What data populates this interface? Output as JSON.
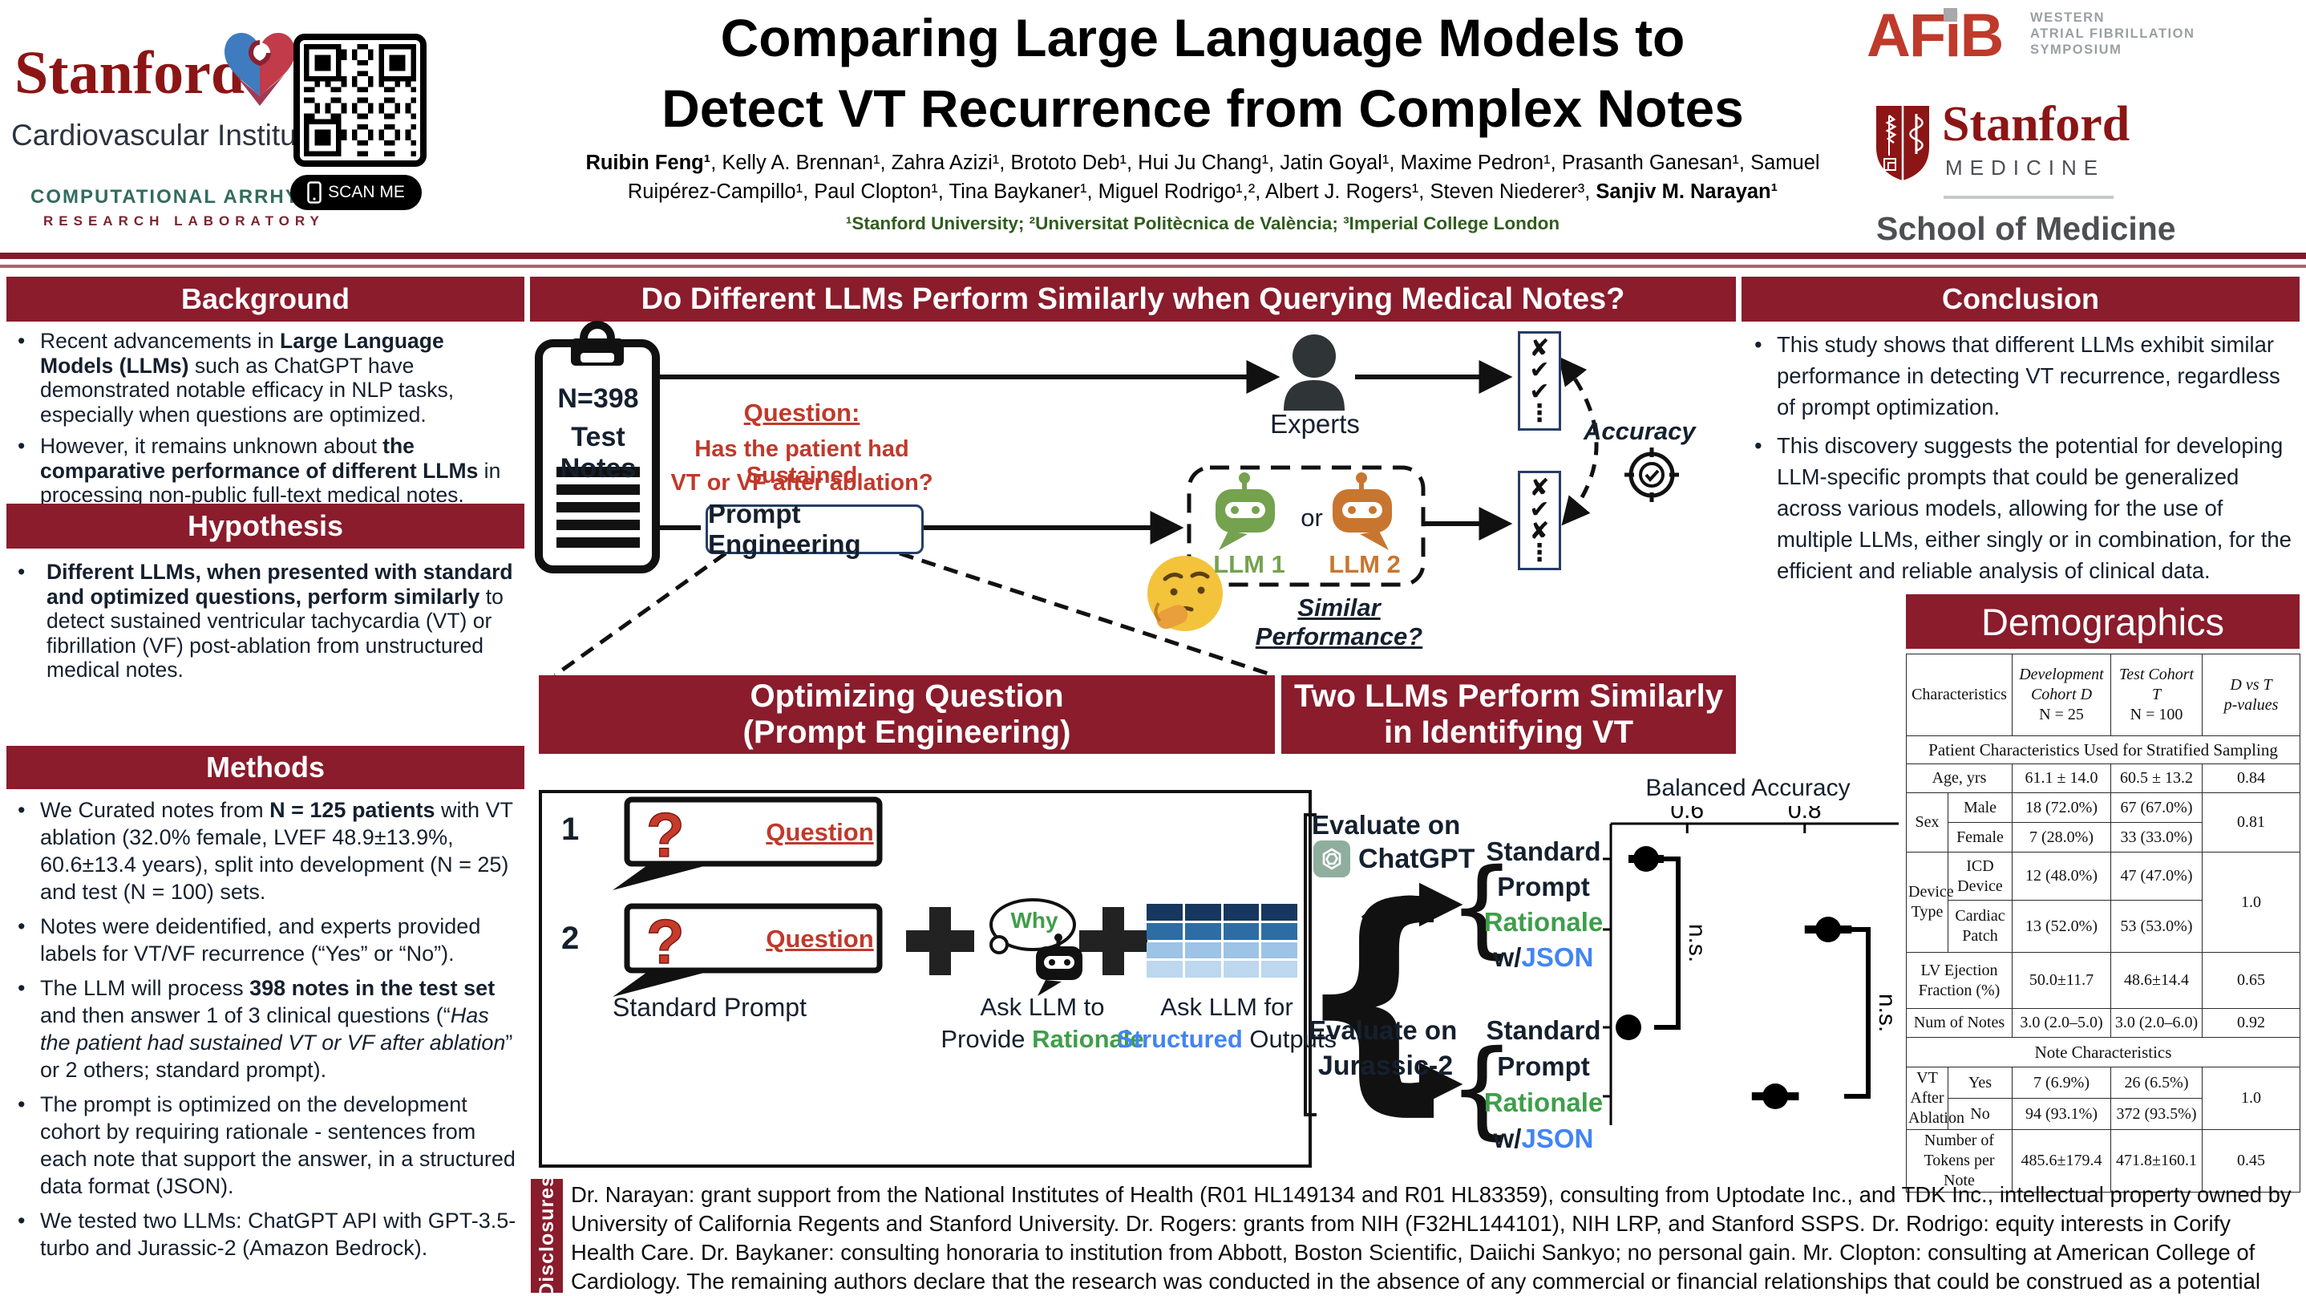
{
  "colors": {
    "maroon": "#8a1c2c",
    "question_red": "#c0392b",
    "rationale_green": "#3f9e4a",
    "json_blue": "#4285f4",
    "llm1_green": "#75a24e",
    "llm2_orange": "#c8762f",
    "navy_border": "#263d66",
    "affil_green": "#2f5d1d",
    "stanford_red": "#8c1515",
    "afib_red": "#bf3a2b"
  },
  "icons": {
    "clipboard": "clipboard",
    "experts": "person-silhouette",
    "accuracy": "target-crosshair",
    "llm": "robot-chat-bubble",
    "openai": "openai-knot",
    "thinking": "thinking-face-emoji",
    "qr": "qr-code",
    "scan_phone": "smartphone",
    "heart": "cvi-heart-logo",
    "shield": "stanford-medicine-shield",
    "plus": "plus-sign",
    "why_robot": "robot-thought-cloud"
  },
  "header": {
    "title_line1": "Comparing Large Language Models to",
    "title_line2": "Detect VT Recurrence from Complex Notes",
    "authors_line1": [
      {
        "t": "Ruibin Feng¹",
        "b": 1
      },
      {
        "t": ", Kelly A. Brennan¹, Zahra Azizi¹, Brototo Deb¹, Hui Ju Chang¹, Jatin Goyal¹, Maxime Pedron¹, Prasanth Ganesan¹, Samuel"
      }
    ],
    "authors_line2": [
      {
        "t": "Ruipérez-Campillo¹, Paul Clopton¹, Tina Baykaner¹, Miguel Rodrigo¹,², Albert J. Rogers¹, Steven Niederer³, "
      },
      {
        "t": "Sanjiv M. Narayan¹",
        "b": 1
      }
    ],
    "affiliations": "¹Stanford University; ²Universitat Politècnica de València; ³Imperial College London",
    "cvi": {
      "stanford": "Stanford",
      "institute": "Cardiovascular Institute",
      "lab1": "COMPUTATIONAL ARRHYTHMIA",
      "lab2": "RESEARCH LABORATORY",
      "scan": "SCAN ME"
    },
    "afib": {
      "parts": [
        "AF",
        "i",
        "B"
      ],
      "sub1": "WESTERN",
      "sub2": "ATRIAL FIBRILLATION",
      "sub3": "SYMPOSIUM"
    },
    "med": {
      "stanford": "Stanford",
      "medicine": "MEDICINE",
      "school": "School of Medicine"
    }
  },
  "background": {
    "title": "Background",
    "bullets": [
      [
        {
          "t": "Recent advancements in "
        },
        {
          "t": "Large Language Models (LLMs)",
          "b": 1
        },
        {
          "t": " such as ChatGPT have demonstrated notable efficacy in NLP tasks, especially when questions are optimized."
        }
      ],
      [
        {
          "t": "However, it remains unknown about "
        },
        {
          "t": "the comparative performance of different LLMs",
          "b": 1
        },
        {
          "t": " in processing non-public full-text medical notes."
        }
      ]
    ]
  },
  "hypothesis": {
    "title": "Hypothesis",
    "bullets": [
      [
        {
          "t": "Different LLMs, when presented with standard and optimized questions, perform similarly",
          "b": 1
        },
        {
          "t": " to detect sustained ventricular tachycardia (VT) or fibrillation (VF) post-ablation from unstructured medical notes."
        }
      ]
    ]
  },
  "methods": {
    "title": "Methods",
    "bullets": [
      [
        {
          "t": "We Curated notes from "
        },
        {
          "t": "N = 125 patients",
          "b": 1
        },
        {
          "t": " with VT ablation (32.0% female, LVEF 48.9±13.9%, 60.6±13.4 years), split into development (N = 25) and test (N = 100) sets."
        }
      ],
      [
        {
          "t": "Notes were deidentified, and experts provided labels for VT/VF recurrence (“Yes” or “No”)."
        }
      ],
      [
        {
          "t": "The LLM will process "
        },
        {
          "t": "398 notes in the test set",
          "b": 1
        },
        {
          "t": " and then answer 1 of 3 clinical questions (“"
        },
        {
          "t": "Has the patient had sustained VT or VF after ablation",
          "i": 1
        },
        {
          "t": "” or 2 others; standard prompt)."
        }
      ],
      [
        {
          "t": "The prompt is optimized on the development cohort by requiring rationale - sentences from each note that support the answer, in a structured data format (JSON)."
        }
      ],
      [
        {
          "t": "We tested two LLMs: ChatGPT API with GPT-3.5-turbo and Jurassic-2 (Amazon Bedrock)."
        }
      ]
    ]
  },
  "conclusion": {
    "title": "Conclusion",
    "bullets": [
      [
        {
          "t": "This study shows that different LLMs exhibit similar performance in detecting VT recurrence, regardless of prompt optimization."
        }
      ],
      [
        {
          "t": "This discovery suggests the potential for developing LLM-specific prompts that could be generalized across various models, allowing for the use of multiple LLMs, either singly or in combination, for the efficient and reliable analysis of clinical data."
        }
      ]
    ]
  },
  "middle": {
    "question_bar": "Do Different LLMs Perform Similarly when Querying Medical Notes?",
    "clipboard_line1": "N=398",
    "clipboard_line2": "Test Notes",
    "question_label": "Question:",
    "question_line1": "Has the patient had Sustained",
    "question_line2": "VT or VF after ablation?",
    "prompt_engineering": "Prompt Engineering",
    "experts": "Experts",
    "or": "or",
    "llm1": "LLM 1",
    "llm2": "LLM 2",
    "similar": "Similar Performance?",
    "accuracy": "Accuracy",
    "checklist1": [
      "✘",
      "✔",
      "✔",
      "⋮"
    ],
    "checklist2": [
      "✘",
      "✔",
      "✘",
      "⋮"
    ]
  },
  "optimizing": {
    "title1": "Optimizing Question",
    "title2": "(Prompt Engineering)",
    "item_nums": [
      "1",
      "2"
    ],
    "qmark": "?",
    "question_word": "Question",
    "standard_prompt": "Standard Prompt",
    "why": "Why",
    "ask1_line1": [
      {
        "t": "Ask LLM to"
      }
    ],
    "ask1_line2": [
      {
        "t": "Provide "
      },
      {
        "t": "Rationale",
        "c": "#3f9e4a",
        "b": 1
      }
    ],
    "ask2_line1": [
      {
        "t": "Ask LLM for"
      }
    ],
    "ask2_line2": [
      {
        "t": "Structured",
        "c": "#4285f4",
        "b": 1
      },
      {
        "t": " Outputs"
      }
    ],
    "grid_rows": [
      "#17375e",
      "#2e6da4",
      "#9dc3e6",
      "#bdd7ee"
    ]
  },
  "llmchart": {
    "title1": "Two LLMs Perform Similarly",
    "title2": "in Identifying VT",
    "eval1_a": "Evaluate on",
    "eval1_b": "ChatGPT",
    "eval2_a": "Evaluate on",
    "eval2_b": "Jurassic-2",
    "stack1": [
      [
        {
          "t": "Standard",
          "b": 1
        }
      ],
      [
        {
          "t": "Prompt",
          "b": 1
        }
      ],
      [
        {
          "t": "Rationale",
          "b": 1,
          "c": "#3f9e4a"
        }
      ],
      [
        {
          "t": "w/",
          "b": 1
        },
        {
          "t": "JSON",
          "b": 1,
          "c": "#4285f4"
        }
      ]
    ],
    "stack2": [
      [
        {
          "t": "Standard",
          "b": 1
        }
      ],
      [
        {
          "t": "Prompt",
          "b": 1
        }
      ],
      [
        {
          "t": "Rationale",
          "b": 1,
          "c": "#3f9e4a"
        }
      ],
      [
        {
          "t": "w/",
          "b": 1
        },
        {
          "t": "JSON",
          "b": 1,
          "c": "#4285f4"
        }
      ]
    ]
  },
  "chart_data": {
    "type": "scatter",
    "title": "Two LLMs Perform Similarly in Identifying VT",
    "xlabel": "Balanced Accuracy",
    "xlim": [
      0.47,
      0.96
    ],
    "xticks": [
      0.6,
      0.8
    ],
    "categories": [
      "ChatGPT – Standard Prompt",
      "ChatGPT – Rationale w/JSON",
      "Jurassic-2 – Standard Prompt",
      "Jurassic-2 – Rationale w/JSON"
    ],
    "values": [
      0.53,
      0.84,
      0.5,
      0.75
    ],
    "ci": [
      0.03,
      0.04,
      0.01,
      0.04
    ],
    "annotations": [
      {
        "label": "n.s.",
        "between": [
          0,
          2
        ]
      },
      {
        "label": "n.s.",
        "between": [
          1,
          3
        ]
      }
    ],
    "grid": false,
    "legend": "none"
  },
  "demographics": {
    "title": "Demographics",
    "header": {
      "characteristics": "Characteristics",
      "dev": [
        "Development",
        "Cohort D",
        "N = 25"
      ],
      "test": [
        "Test Cohort",
        "T",
        "N = 100"
      ],
      "p": [
        "D vs T",
        "p-values"
      ]
    },
    "section1": "Patient Characteristics Used for Stratified Sampling",
    "age": {
      "label": "Age, yrs",
      "dev": "61.1 ± 14.0",
      "test": "60.5 ± 13.2",
      "p": "0.84"
    },
    "sex": {
      "label": "Sex",
      "male": {
        "label": "Male",
        "dev": "18 (72.0%)",
        "test": "67 (67.0%)"
      },
      "female": {
        "label": "Female",
        "dev": "7 (28.0%)",
        "test": "33 (33.0%)"
      },
      "p": "0.81"
    },
    "device": {
      "label": "Device Type",
      "icd": {
        "label": "ICD Device",
        "dev": "12 (48.0%)",
        "test": "47 (47.0%)"
      },
      "patch": {
        "label": "Cardiac Patch",
        "dev": "13 (52.0%)",
        "test": "53 (53.0%)"
      },
      "p": "1.0"
    },
    "lvef": {
      "label": "LV Ejection Fraction (%)",
      "dev": "50.0±11.7",
      "test": "48.6±14.4",
      "p": "0.65"
    },
    "num": {
      "label": "Num of Notes",
      "dev": "3.0 (2.0–5.0)",
      "test": "3.0 (2.0–6.0)",
      "p": "0.92"
    },
    "section2": "Note Characteristics",
    "vt": {
      "label": "VT After Ablation",
      "yes": {
        "label": "Yes",
        "dev": "7 (6.9%)",
        "test": "26 (6.5%)"
      },
      "no": {
        "label": "No",
        "dev": "94 (93.1%)",
        "test": "372 (93.5%)"
      },
      "p": "1.0"
    },
    "tokens": {
      "label": "Number of Tokens per Note",
      "dev": "485.6±179.4",
      "test": "471.8±160.1",
      "p": "0.45"
    }
  },
  "disclosures": {
    "tab": "Disclosures",
    "text": "Dr. Narayan: grant support from the National Institutes of Health (R01 HL149134 and R01 HL83359), consulting from Uptodate Inc., and TDK Inc., intellectual property owned by University of California Regents and Stanford University. Dr. Rogers: grants from NIH (F32HL144101), NIH LRP, and Stanford SSPS. Dr. Rodrigo: equity interests in Corify Health Care. Dr. Baykaner: consulting honoraria to institution from Abbott, Boston Scientific, Daiichi Sankyo; no personal gain. Mr. Clopton: consulting at American College of Cardiology.  The remaining authors declare that the research was conducted in the absence of any commercial or financial relationships that could be construed as a potential conflict of interest."
  }
}
